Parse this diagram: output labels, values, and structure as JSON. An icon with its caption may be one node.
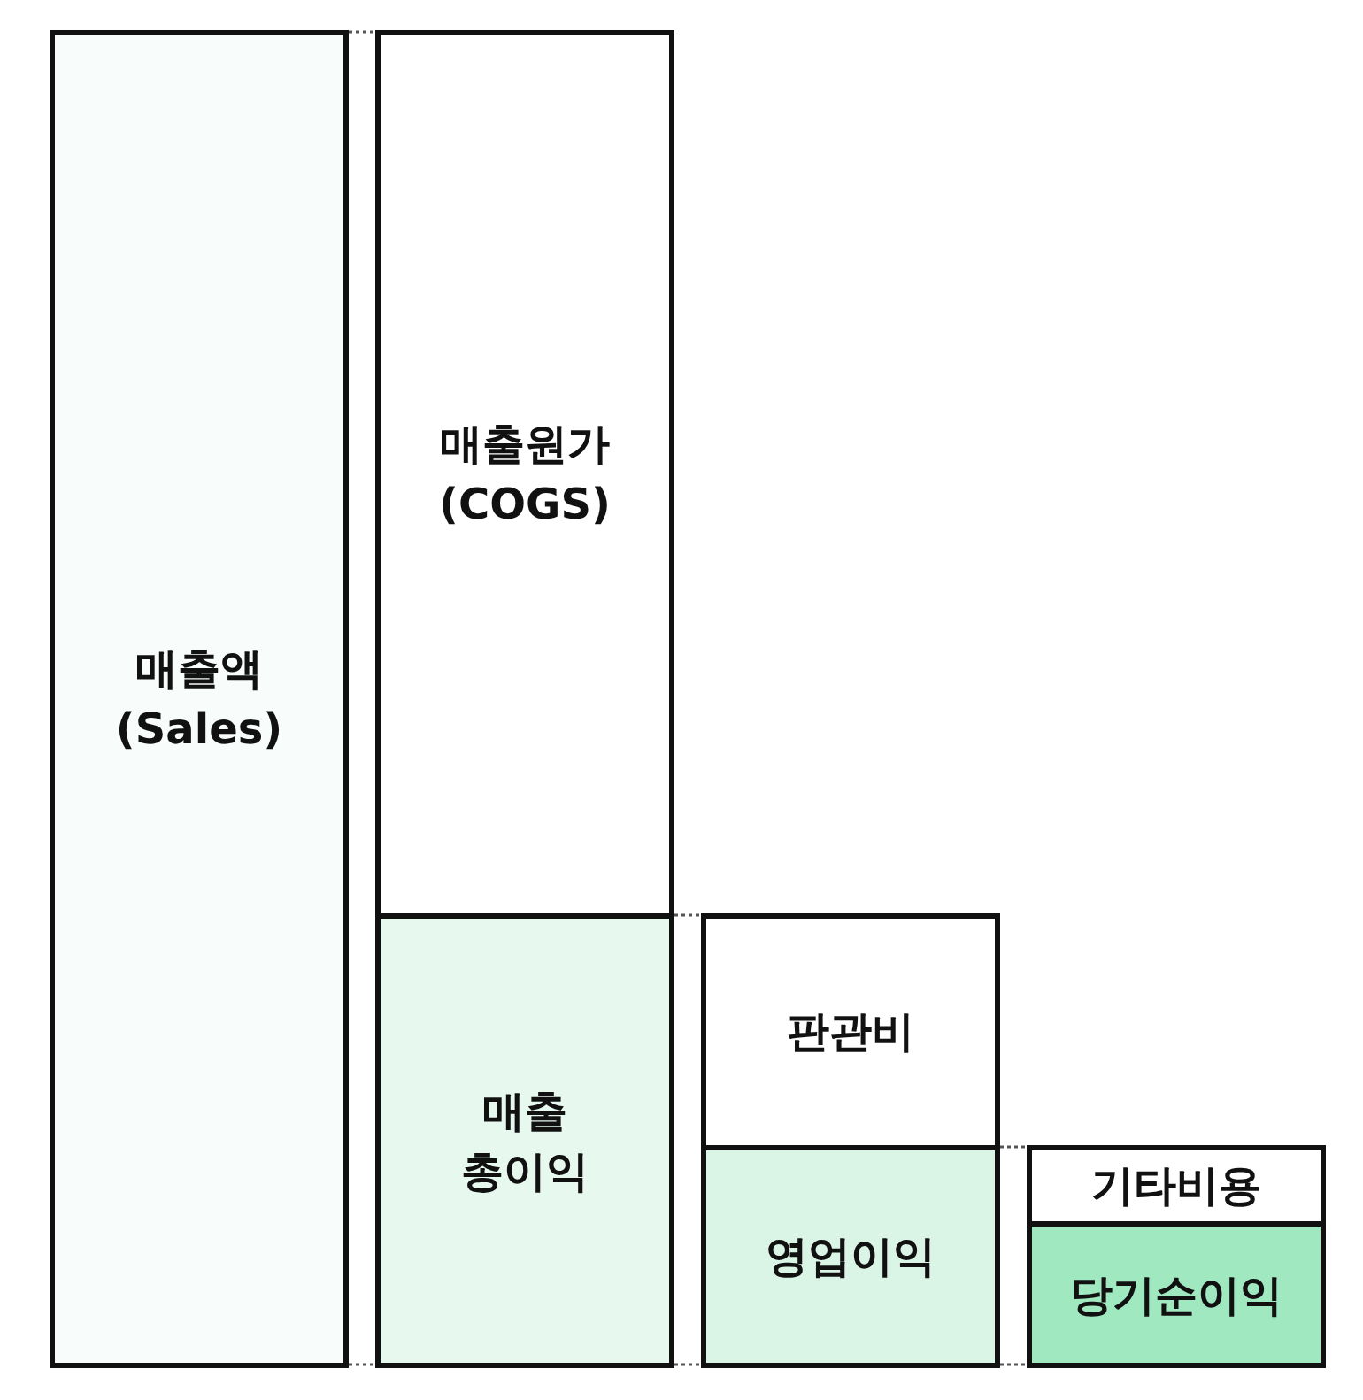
{
  "diagram": {
    "nodes": [
      {
        "text": [
          "매출액 (Sales)"
        ]
      },
      {
        "text": [
          "매출원가 (COGS)"
        ]
      },
      {
        "text": [
          "매출 총이익"
        ]
      },
      {
        "text": [
          "판관비"
        ]
      },
      {
        "text": [
          "영업이익"
        ]
      },
      {
        "text": [
          "기타비용"
        ]
      },
      {
        "text": [
          "당기순이익"
        ]
      }
    ],
    "edges": [
      {
        "from": 0,
        "to": 1,
        "arrow": "none",
        "style": "dashed"
      },
      {
        "from": 0,
        "to": 2,
        "arrow": "none",
        "style": "dashed"
      },
      {
        "from": 2,
        "to": 3,
        "arrow": "none",
        "style": "dashed"
      },
      {
        "from": 2,
        "to": 4,
        "arrow": "none",
        "style": "dashed"
      },
      {
        "from": 4,
        "to": 5,
        "arrow": "none",
        "style": "dashed"
      },
      {
        "from": 4,
        "to": 6,
        "arrow": "none",
        "style": "dashed"
      }
    ]
  }
}
